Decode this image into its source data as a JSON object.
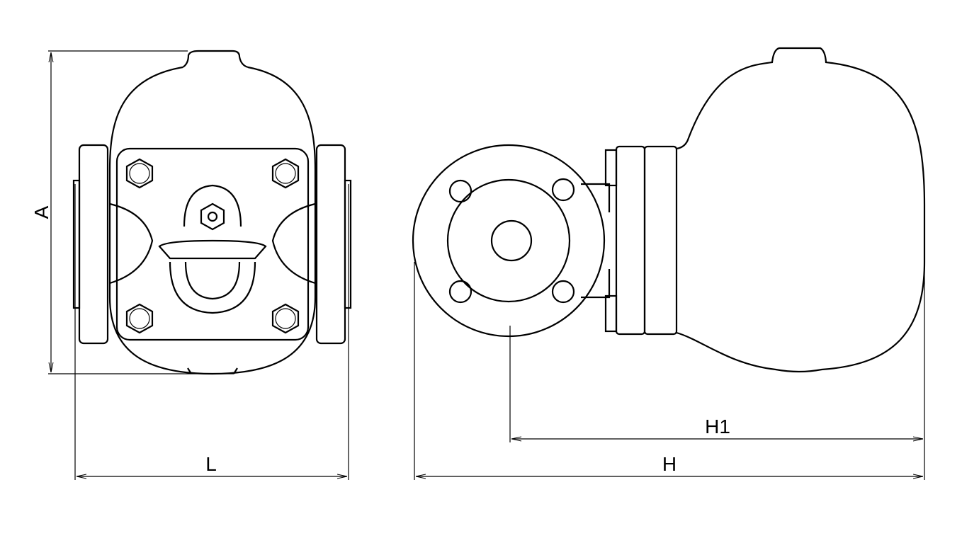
{
  "dimensions": {
    "a_label": "A",
    "l_label": "L",
    "h1_label": "H1",
    "h_label": "H"
  },
  "colors": {
    "line": "#000000",
    "background": "#ffffff"
  }
}
